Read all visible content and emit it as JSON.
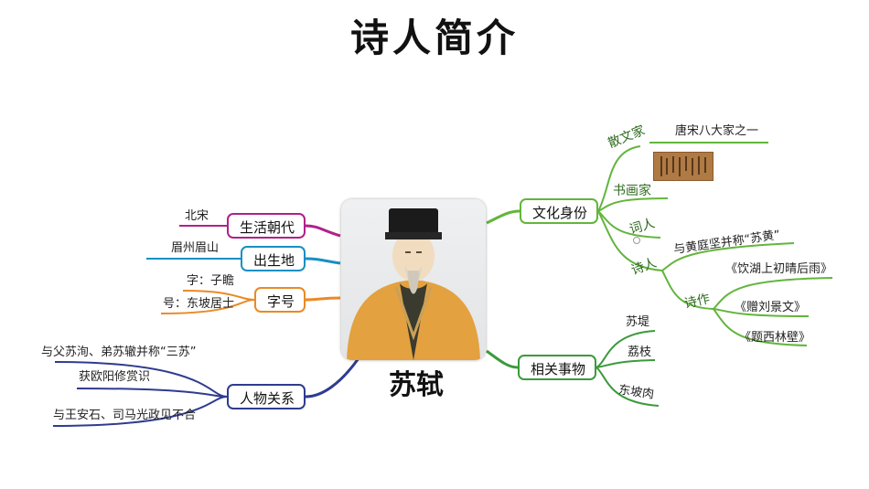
{
  "title": "诗人简介",
  "center": {
    "name": "苏轼"
  },
  "colors": {
    "purple": "#b1218a",
    "cyan": "#1a8fc4",
    "orange": "#e98a26",
    "navy": "#2f3c8f",
    "green": "#63b53c",
    "dkgreen": "#3c9a3c"
  },
  "left": {
    "era": {
      "label": "生活朝代",
      "value": "北宋"
    },
    "birthplace": {
      "label": "出生地",
      "value": "眉州眉山"
    },
    "names": {
      "label": "字号",
      "zi": "字：子瞻",
      "hao": "号：东坡居士"
    },
    "relations": {
      "label": "人物关系",
      "items": [
        "与父苏洵、弟苏辙并称“三苏”",
        "获欧阳修赏识",
        "与王安石、司马光政见不合"
      ]
    }
  },
  "right": {
    "culture": {
      "label": "文化身份",
      "prose": {
        "label": "散文家",
        "detail": "唐宋八大家之一"
      },
      "painter": {
        "label": "书画家"
      },
      "ci": {
        "label": "词人"
      },
      "poet": {
        "label": "诗人",
        "detail": "与黄庭坚并称“苏黄”",
        "works_label": "诗作",
        "works": [
          "《饮湖上初晴后雨》",
          "《赠刘景文》",
          "《题西林壁》"
        ]
      }
    },
    "things": {
      "label": "相关事物",
      "items": [
        "苏堤",
        "荔枝",
        "东坡肉"
      ]
    }
  }
}
